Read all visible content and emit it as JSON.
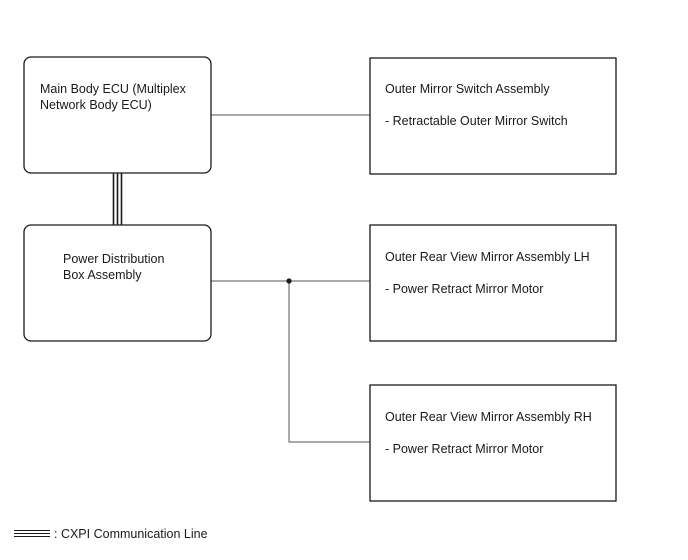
{
  "boxes": {
    "main_body_ecu": {
      "lines": [
        "Main Body ECU (Multiplex",
        "Network Body ECU)"
      ]
    },
    "power_distribution_box": {
      "lines": [
        "Power Distribution",
        "Box Assembly"
      ]
    },
    "outer_mirror_switch_assembly": {
      "title": "Outer Mirror Switch Assembly",
      "sub": "- Retractable Outer Mirror Switch"
    },
    "outer_mirror_lh": {
      "title": "Outer Rear View Mirror Assembly LH",
      "sub": "- Power Retract Mirror Motor"
    },
    "outer_mirror_rh": {
      "title": "Outer Rear View Mirror Assembly RH",
      "sub": "- Power Retract Mirror Motor"
    }
  },
  "legend": {
    "label": ": CXPI Communication Line"
  },
  "colors": {
    "stroke": "#1a1a1a",
    "thin_line": "#555555"
  }
}
